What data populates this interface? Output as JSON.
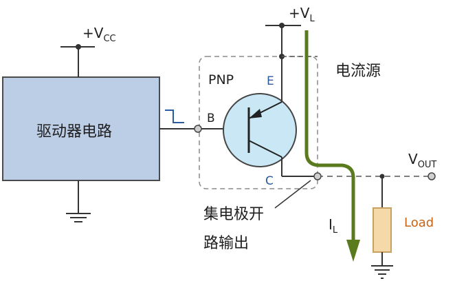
{
  "labels": {
    "vcc_plus": "+V",
    "vcc_sub": "CC",
    "vl_plus": "+V",
    "vl_sub": "L",
    "driver": "驱动器电路",
    "pnp": "PNP",
    "emitter": "E",
    "base": "B",
    "collector": "C",
    "current_source": "电流源",
    "vout": "V",
    "vout_sub": "OUT",
    "il": "I",
    "il_sub": "L",
    "load": "Load",
    "open_collector_line1": "集电极开",
    "open_collector_line2": "路输出"
  },
  "colors": {
    "driver_fill": "#bccde6",
    "transistor_fill": "#c9e7f4",
    "current_arrow": "#5a7a1e",
    "load_fill": "#f5d9a8",
    "load_stroke": "#c8a060",
    "wire": "#333333",
    "label_blue": "#2a5aa0",
    "load_text": "#c86414"
  },
  "icons": [
    "ground-icon",
    "pulse-icon",
    "arrow-icon"
  ]
}
